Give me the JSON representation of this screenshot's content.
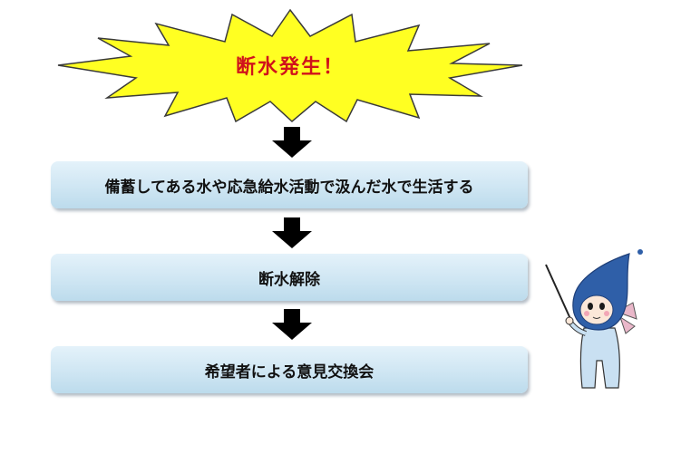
{
  "burst": {
    "label": "断水発生！",
    "fill": "#ffff22",
    "stroke": "#3a3a3a",
    "text_color": "#d0121b"
  },
  "steps": [
    {
      "label": "備蓄してある水や応急給水活動で汲んだ水で生活する"
    },
    {
      "label": "断水解除"
    },
    {
      "label": "希望者による意見交換会"
    }
  ],
  "colors": {
    "box_top": "#e4f2fa",
    "box_bottom": "#bcdbec",
    "arrow": "#000000",
    "mascot_blue": "#2f5fa8"
  },
  "icons": {
    "arrow": "down-arrow-icon",
    "mascot": "water-drop-mascot"
  }
}
